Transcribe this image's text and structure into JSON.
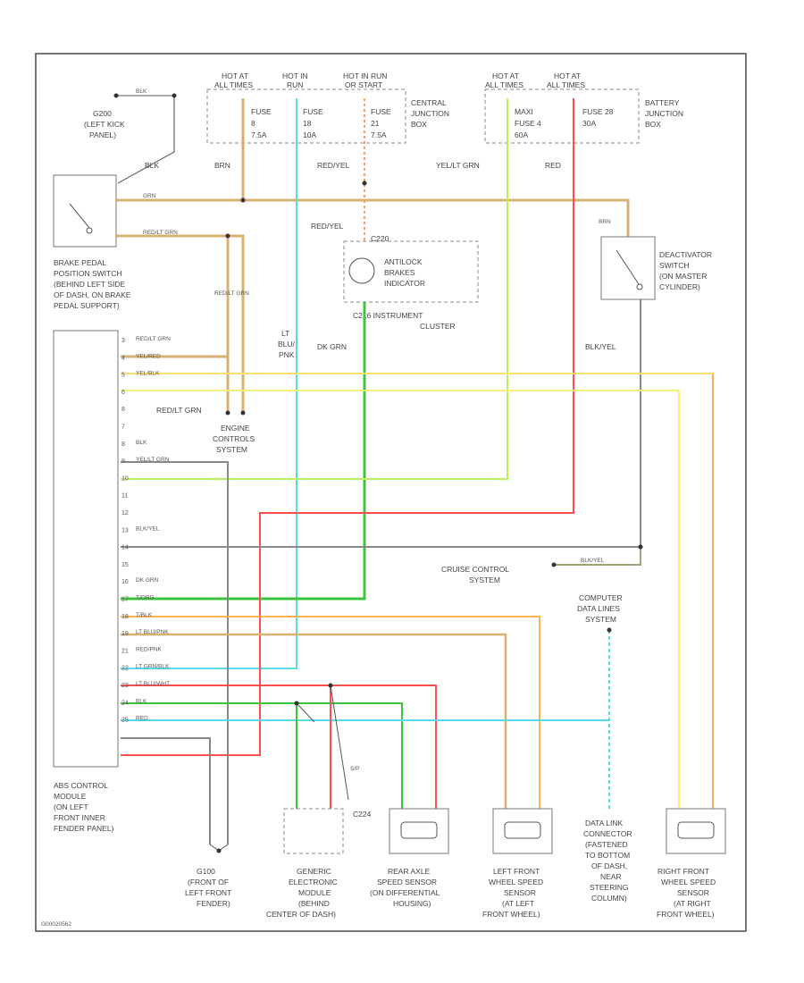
{
  "colors": {
    "tan_orange": "#d9b070",
    "green": "#3cc43c",
    "lt_blue": "#58d8e8",
    "red": "#ff5050",
    "yellow_green": "#b8f060",
    "yellow": "#f5f07a",
    "gray": "#8a8a8a",
    "dark_olive": "#a4a270",
    "orange": "#ffb050"
  },
  "header": {
    "hot_at_all_times_1": "HOT AT ALL TIMES",
    "hot_in_run": "HOT IN RUN",
    "hot_in_run_or_start": "HOT IN RUN OR START",
    "hot_at_all_times_2": "HOT AT ALL TIMES",
    "hot_at_all_times_3": "HOT AT ALL TIMES",
    "fuse_8": [
      "FUSE",
      "8",
      "7.5A"
    ],
    "fuse_18": [
      "FUSE",
      "18",
      "10A"
    ],
    "fuse_21": [
      "FUSE",
      "21",
      "7.5A"
    ],
    "maxi_fuse": [
      "MAXI",
      "FUSE 4",
      "60A"
    ],
    "fuse_28": [
      "FUSE 28",
      "30A"
    ],
    "central_jb": [
      "CENTRAL",
      "JUNCTION",
      "BOX"
    ],
    "battery_jb": [
      "BATTERY",
      "JUNCTION",
      "BOX"
    ]
  },
  "labels": {
    "ground_g200": [
      "G200",
      "(LEFT KICK",
      "PANEL)"
    ],
    "brake_switch": [
      "BRAKE PEDAL",
      "POSITION SWITCH",
      "(BEHIND LEFT SIDE",
      "OF DASH, ON BRAKE",
      "PEDAL SUPPORT)"
    ],
    "antilock_indicator": [
      "ANTILOCK",
      "BRAKES",
      "INDICATOR"
    ],
    "instrument_cluster": "C216  INSTRUMENT",
    "cluster": "CLUSTER",
    "c220": "C220",
    "deactivator": [
      "DEACTIVATOR",
      "SWITCH",
      "(ON MASTER",
      "CYLINDER)"
    ],
    "lt_blu_pnk": [
      "LT",
      "BLU/",
      "PNK"
    ],
    "dk_grn": "DK GRN",
    "blk_yel_top": "BLK/YEL",
    "engine_control": [
      "ENGINE",
      "CONTROLS",
      "SYSTEM"
    ],
    "cruise_control": [
      "CRUISE CONTROL",
      "SYSTEM"
    ],
    "computer_data": [
      "COMPUTER",
      "DATA LINES",
      "SYSTEM"
    ],
    "abs_module": [
      "ABS CONTROL",
      "MODULE",
      "(ON LEFT",
      "FRONT INNER",
      "FENDER PANEL)"
    ],
    "g100": [
      "G100",
      "(FRONT OF",
      "LEFT FRONT",
      "FENDER)"
    ],
    "gem": [
      "GENERIC",
      "ELECTRONIC",
      "MODULE",
      "(BEHIND",
      "CENTER OF DASH)"
    ],
    "c224": "C224",
    "rear_axle": [
      "REAR AXLE",
      "SPEED SENSOR",
      "(ON DIFFERENTIAL",
      "HOUSING)"
    ],
    "lf_sensor": [
      "LEFT FRONT",
      "WHEEL SPEED",
      "SENSOR",
      "(AT LEFT",
      "FRONT WHEEL)"
    ],
    "dlc": [
      "DATA LINK",
      "CONNECTOR",
      "(FASTENED",
      "TO BOTTOM",
      "OF DASH,",
      "NEAR",
      "STEERING",
      "COLUMN)"
    ],
    "rf_sensor": [
      "RIGHT FRONT",
      "WHEEL SPEED",
      "SENSOR",
      "(AT RIGHT",
      "FRONT WHEEL)"
    ],
    "figure_id": "G00020562"
  },
  "wires": {
    "blk_g200": "BLK",
    "grn": "GRN",
    "red_yel": "RED/YEL",
    "yel_lt_grn": "YEL/LT GRN",
    "red": "RED",
    "brn": "BRN",
    "red_lt_grn": "RED/LT GRN",
    "red_lt_grn_vert": "RED/LT GRN",
    "blk_yel": "BLK/YEL",
    "y_grn_wire": "YEL/LT GRN",
    "lt_blu_wht": "LT BLU/WHT",
    "yel_red": "YEL/RED",
    "yel_blk": "YEL/BLK",
    "t_org": "T/ORG",
    "lt_grn_blk": "LT GRN/BLK",
    "red_pnk": "RED/PNK",
    "s_p": "S/P"
  },
  "abs_pins": [
    {
      "pin": "3",
      "wire": "RED/LT GRN"
    },
    {
      "pin": "4",
      "wire": "YEL/RED"
    },
    {
      "pin": "5",
      "wire": "YEL/BLK"
    },
    {
      "pin": "6",
      "wire": ""
    },
    {
      "pin": "8",
      "wire": ""
    },
    {
      "pin": "7",
      "wire": ""
    },
    {
      "pin": "8",
      "wire": "BLK"
    },
    {
      "pin": "9",
      "wire": "YEL/LT GRN"
    },
    {
      "pin": "10",
      "wire": ""
    },
    {
      "pin": "11",
      "wire": ""
    },
    {
      "pin": "12",
      "wire": ""
    },
    {
      "pin": "13",
      "wire": "BLK/YEL"
    },
    {
      "pin": "14",
      "wire": ""
    },
    {
      "pin": "15",
      "wire": ""
    },
    {
      "pin": "16",
      "wire": "DK GRN"
    },
    {
      "pin": "17",
      "wire": "T/ORG"
    },
    {
      "pin": "18",
      "wire": "T/BLK"
    },
    {
      "pin": "19",
      "wire": "LT BLU/PNK"
    },
    {
      "pin": "21",
      "wire": "RED/PNK"
    },
    {
      "pin": "22",
      "wire": "LT GRN/BLK"
    },
    {
      "pin": "23",
      "wire": "LT BLU/WHT"
    },
    {
      "pin": "24",
      "wire": "BLK"
    },
    {
      "pin": "25",
      "wire": "RED"
    }
  ]
}
